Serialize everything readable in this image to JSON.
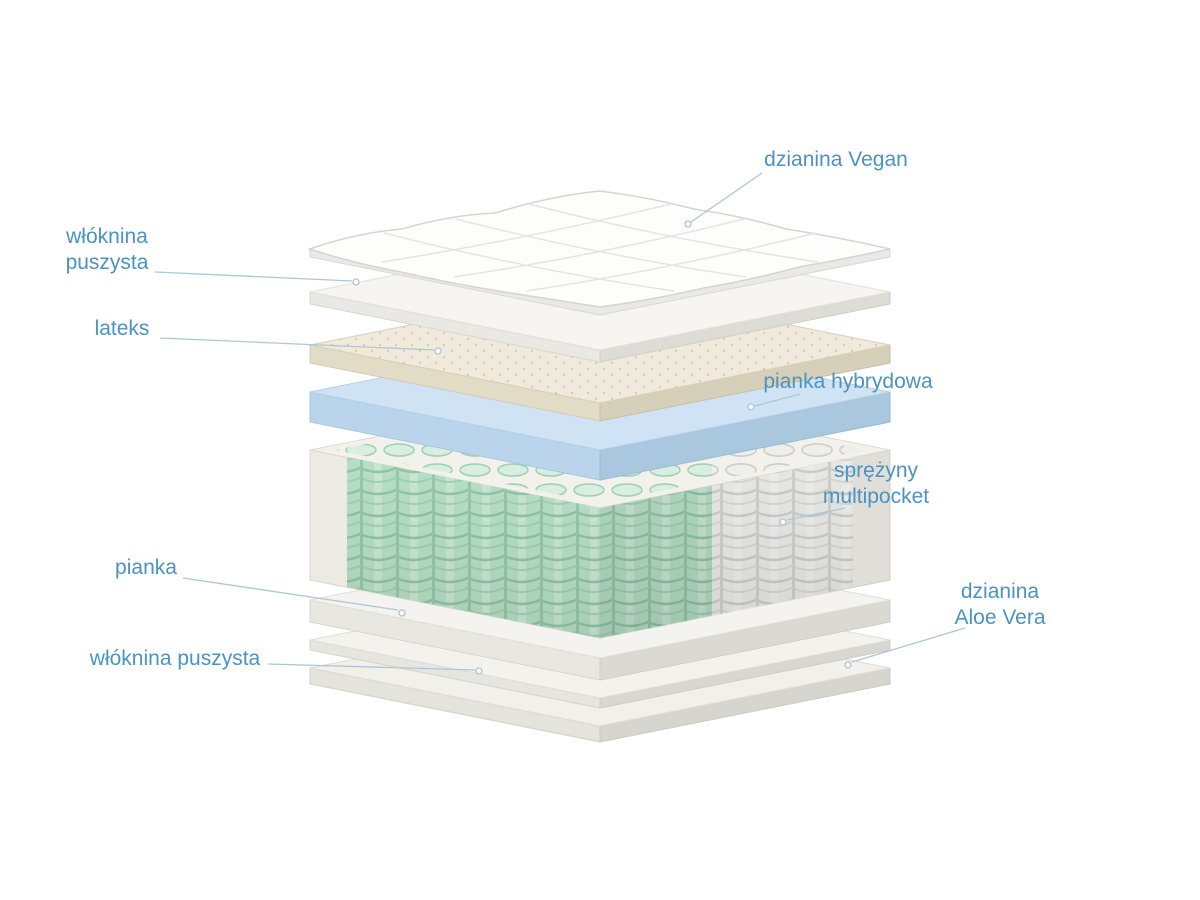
{
  "diagram": {
    "background": "#ffffff",
    "labels": {
      "vegan": {
        "text": "dzianina Vegan"
      },
      "fluff_top": {
        "line1": "włóknina",
        "line2": "puszysta"
      },
      "latex": {
        "text": "lateks"
      },
      "hybrid_foam": {
        "text": "pianka hybrydowa"
      },
      "springs": {
        "line1": "sprężyny",
        "line2": "multipocket"
      },
      "foam": {
        "text": "pianka"
      },
      "aloe": {
        "line1": "dzianina",
        "line2": "Aloe Vera"
      },
      "fluff_bottom": {
        "text": "włóknina puszysta"
      }
    },
    "colors": {
      "label_text": "#4a93c3",
      "leader_line": "#adc6d7",
      "spring_green": "#b7dfc6",
      "spring_white": "#f1f1ee",
      "foam_blue_top": "#cfe3f4",
      "latex_cream_top": "#efeadb",
      "white_layer_top": "#f4f3ef"
    }
  }
}
